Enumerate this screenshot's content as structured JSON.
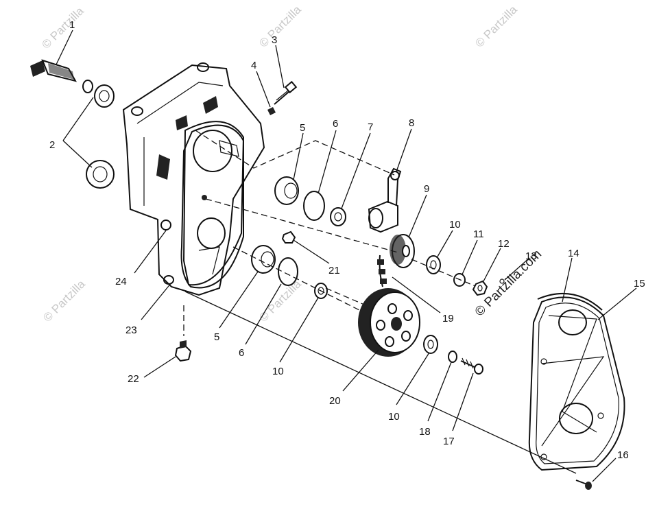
{
  "callouts": [
    {
      "id": "c1",
      "text": "1"
    },
    {
      "id": "c2",
      "text": "2"
    },
    {
      "id": "c3",
      "text": "3"
    },
    {
      "id": "c4",
      "text": "4"
    },
    {
      "id": "c5a",
      "text": "5"
    },
    {
      "id": "c5b",
      "text": "5"
    },
    {
      "id": "c6a",
      "text": "6"
    },
    {
      "id": "c6b",
      "text": "6"
    },
    {
      "id": "c7",
      "text": "7"
    },
    {
      "id": "c8",
      "text": "8"
    },
    {
      "id": "c9",
      "text": "9"
    },
    {
      "id": "c10a",
      "text": "10"
    },
    {
      "id": "c10b",
      "text": "10"
    },
    {
      "id": "c10c",
      "text": "10"
    },
    {
      "id": "c11",
      "text": "11"
    },
    {
      "id": "c12",
      "text": "12"
    },
    {
      "id": "c13",
      "text": "13"
    },
    {
      "id": "c14",
      "text": "14"
    },
    {
      "id": "c15",
      "text": "15"
    },
    {
      "id": "c16",
      "text": "16"
    },
    {
      "id": "c17",
      "text": "17"
    },
    {
      "id": "c18",
      "text": "18"
    },
    {
      "id": "c19",
      "text": "19"
    },
    {
      "id": "c20",
      "text": "20"
    },
    {
      "id": "c21",
      "text": "21"
    },
    {
      "id": "c22",
      "text": "22"
    },
    {
      "id": "c23",
      "text": "23"
    },
    {
      "id": "c24",
      "text": "24"
    }
  ],
  "watermarks": {
    "faded": "© Partzilla",
    "dark": "© Partzilla.com"
  }
}
